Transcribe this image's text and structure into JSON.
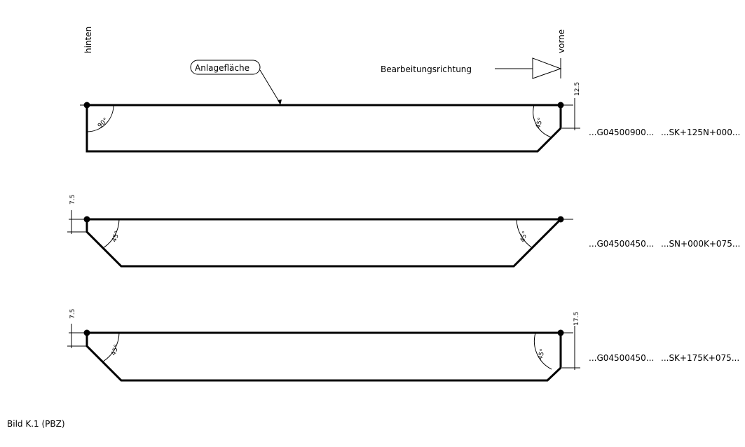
{
  "labels": {
    "hinten": "hinten",
    "vorne": "vorne",
    "anlageflaeche": "Anlagefläche",
    "bearbeitungsrichtung": "Bearbeitungsrichtung",
    "caption": "Bild K.1 (PBZ)"
  },
  "profiles": [
    {
      "angle_left": "90°",
      "angle_right": "45°",
      "dim_right": "12.5",
      "code_left": "...G04500900...",
      "code_right": "...SK+125N+000..."
    },
    {
      "angle_left": "45°",
      "angle_right": "45°",
      "dim_left": "7.5",
      "code_left": "...G04500450...",
      "code_right": "...SN+000K+075..."
    },
    {
      "angle_left": "45°",
      "angle_right": "45°",
      "dim_left": "7.5",
      "dim_right": "17.5",
      "code_left": "...G04500450...",
      "code_right": "...SK+175K+075..."
    }
  ]
}
